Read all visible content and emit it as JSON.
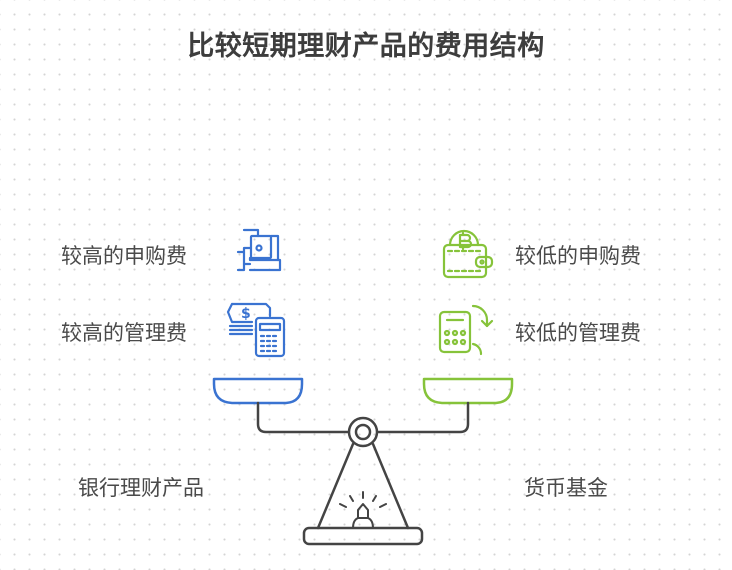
{
  "title": "比较短期理财产品的费用结构",
  "left": {
    "category": "银行理财产品",
    "color": "#3a73d1",
    "items": [
      {
        "label": "较高的申购费",
        "icon": "hand-holding-cash-icon"
      },
      {
        "label": "较高的管理费",
        "icon": "cash-calculator-icon"
      }
    ]
  },
  "right": {
    "category": "货币基金",
    "color": "#86c33a",
    "items": [
      {
        "label": "较低的申购费",
        "icon": "bitcoin-wallet-icon"
      },
      {
        "label": "较低的管理费",
        "icon": "calculator-refresh-icon"
      }
    ]
  },
  "scale": {
    "stroke_color": "#444444"
  }
}
